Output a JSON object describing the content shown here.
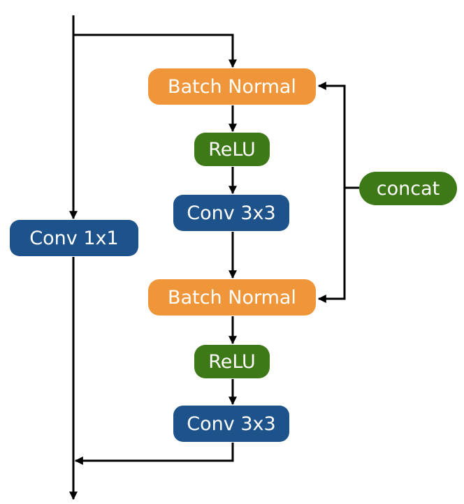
{
  "diagram": {
    "nodes": {
      "batch_normal_1": "Batch Normal",
      "relu_1": "ReLU",
      "conv3x3_1": "Conv 3x3",
      "batch_normal_2": "Batch Normal",
      "relu_2": "ReLU",
      "conv3x3_2": "Conv 3x3",
      "conv1x1": "Conv 1x1",
      "concat": "concat"
    },
    "colors": {
      "batch_normal": "#f0963a",
      "relu": "#3d7a17",
      "conv": "#1d528a",
      "concat": "#3d7a17",
      "edge": "#000000",
      "node_text": "#ffffff"
    },
    "edges": [
      {
        "from": "input",
        "to": "batch_normal_1"
      },
      {
        "from": "input",
        "to": "conv1x1"
      },
      {
        "from": "batch_normal_1",
        "to": "relu_1"
      },
      {
        "from": "relu_1",
        "to": "conv3x3_1"
      },
      {
        "from": "conv3x3_1",
        "to": "batch_normal_2"
      },
      {
        "from": "batch_normal_2",
        "to": "relu_2"
      },
      {
        "from": "relu_2",
        "to": "conv3x3_2"
      },
      {
        "from": "conv3x3_2",
        "to": "merge"
      },
      {
        "from": "conv1x1",
        "to": "output"
      },
      {
        "from": "concat",
        "to": "batch_normal_1"
      },
      {
        "from": "concat",
        "to": "batch_normal_2"
      }
    ]
  }
}
